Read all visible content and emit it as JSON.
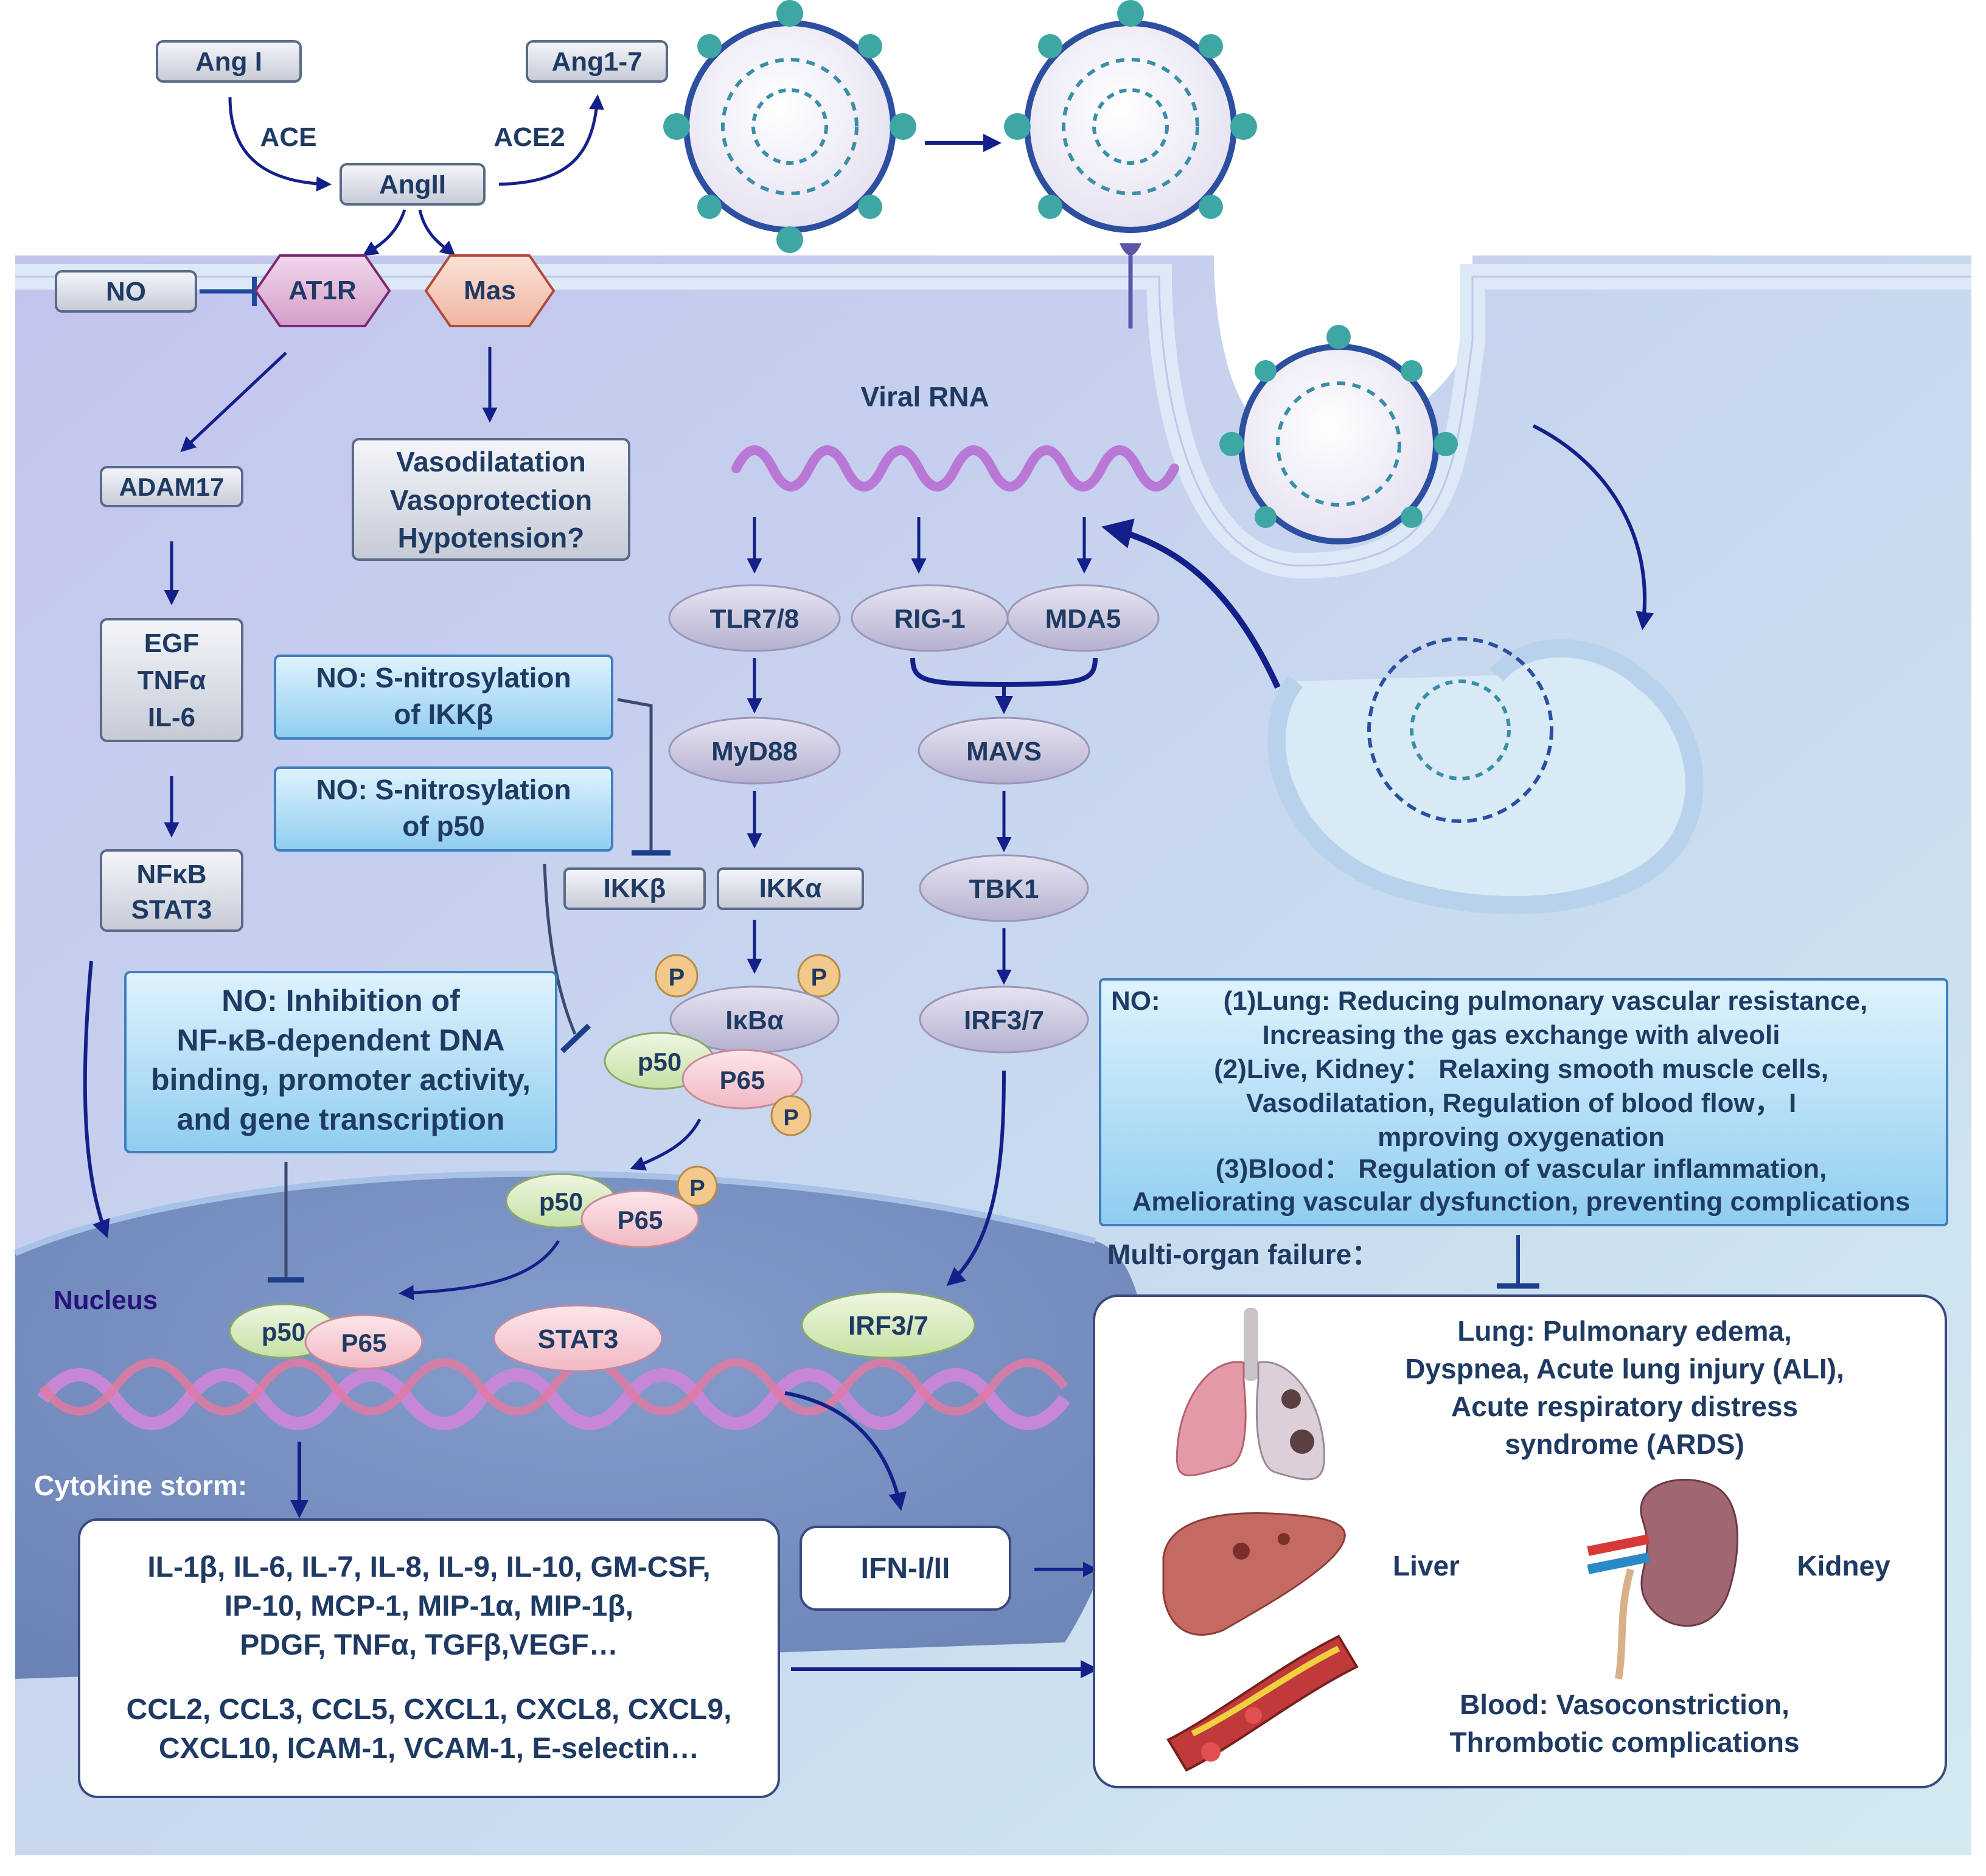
{
  "raas": {
    "ang1": "Ang I",
    "ang17": "Ang1-7",
    "ace": "ACE",
    "ace2": "ACE2",
    "ang2": "AngII",
    "no": "NO",
    "at1r": "AT1R",
    "mas": "Mas",
    "vaso": [
      "Vasodilatation",
      "Vasoprotection",
      "Hypotension?"
    ]
  },
  "left_pathway": {
    "adam17": "ADAM17",
    "egf": [
      "EGF",
      "TNFα",
      "IL-6"
    ],
    "nfkb": [
      "NFκB",
      "STAT3"
    ]
  },
  "no_boxes": {
    "ikkb": [
      "NO: S-nitrosylation",
      "of IKKβ"
    ],
    "p50": [
      "NO: S-nitrosylation",
      "of p50"
    ],
    "inhibition": [
      "NO: Inhibition of",
      "NF-κB-dependent DNA",
      "binding, promoter activity,",
      "and gene transcription"
    ]
  },
  "viral": {
    "rna_label": "Viral RNA",
    "tlr": "TLR7/8",
    "rig": "RIG-1",
    "mda": "MDA5",
    "myd88": "MyD88",
    "mavs": "MAVS",
    "tbk1": "TBK1",
    "irf_cyto": "IRF3/7",
    "ikkb": "IKKβ",
    "ikka": "IKKα",
    "ikba": "IκBα",
    "p": "P",
    "p50": "p50",
    "p65": "P65"
  },
  "nucleus": {
    "label": "Nucleus",
    "stat3": "STAT3",
    "irf": "IRF3/7"
  },
  "no_effects": [
    "NO:",
    "(1)Lung: Reducing pulmonary vascular resistance,",
    "Increasing the gas exchange with alveoli",
    "(2)Live, Kidney： Relaxing smooth muscle cells,",
    "Vasodilatation, Regulation of blood flow， I",
    "mproving oxygenation",
    "(3)Blood： Regulation of vascular inflammation,",
    "Ameliorating vascular dysfunction, preventing complications"
  ],
  "cytokine": {
    "title": "Cytokine storm:",
    "lines": [
      "IL-1β, IL-6, IL-7, IL-8, IL-9, IL-10, GM-CSF,",
      "IP-10, MCP-1, MIP-1α, MIP-1β,",
      "PDGF, TNFα, TGFβ,VEGF…",
      "CCL2, CCL3, CCL5, CXCL1, CXCL8, CXCL9,",
      "CXCL10, ICAM-1, VCAM-1, E-selectin…"
    ]
  },
  "ifn": "IFN-I/II",
  "organ": {
    "title": "Multi-organ failure：",
    "lung": [
      "Lung: Pulmonary edema,",
      "Dyspnea, Acute lung injury (ALI),",
      "Acute respiratory distress",
      "syndrome (ARDS)"
    ],
    "liver": "Liver",
    "kidney": "Kidney",
    "blood": [
      "Blood: Vasoconstriction,",
      "Thrombotic complications"
    ]
  },
  "colors": {
    "cell_bg": "#c9cdf0",
    "membrane": "#d8eaf6",
    "nucleus": "#6e87bb",
    "arrow": "#13208a",
    "box_text": "#1f3a63",
    "no_box": "#a9d8f4",
    "virus_spike": "#3fa7a3",
    "dna": "#c889d8"
  },
  "icons": [
    "virus-icon",
    "lung-icon",
    "liver-icon",
    "kidney-icon",
    "blood-vessel-icon",
    "dna-helix-icon",
    "receptor-icon"
  ]
}
